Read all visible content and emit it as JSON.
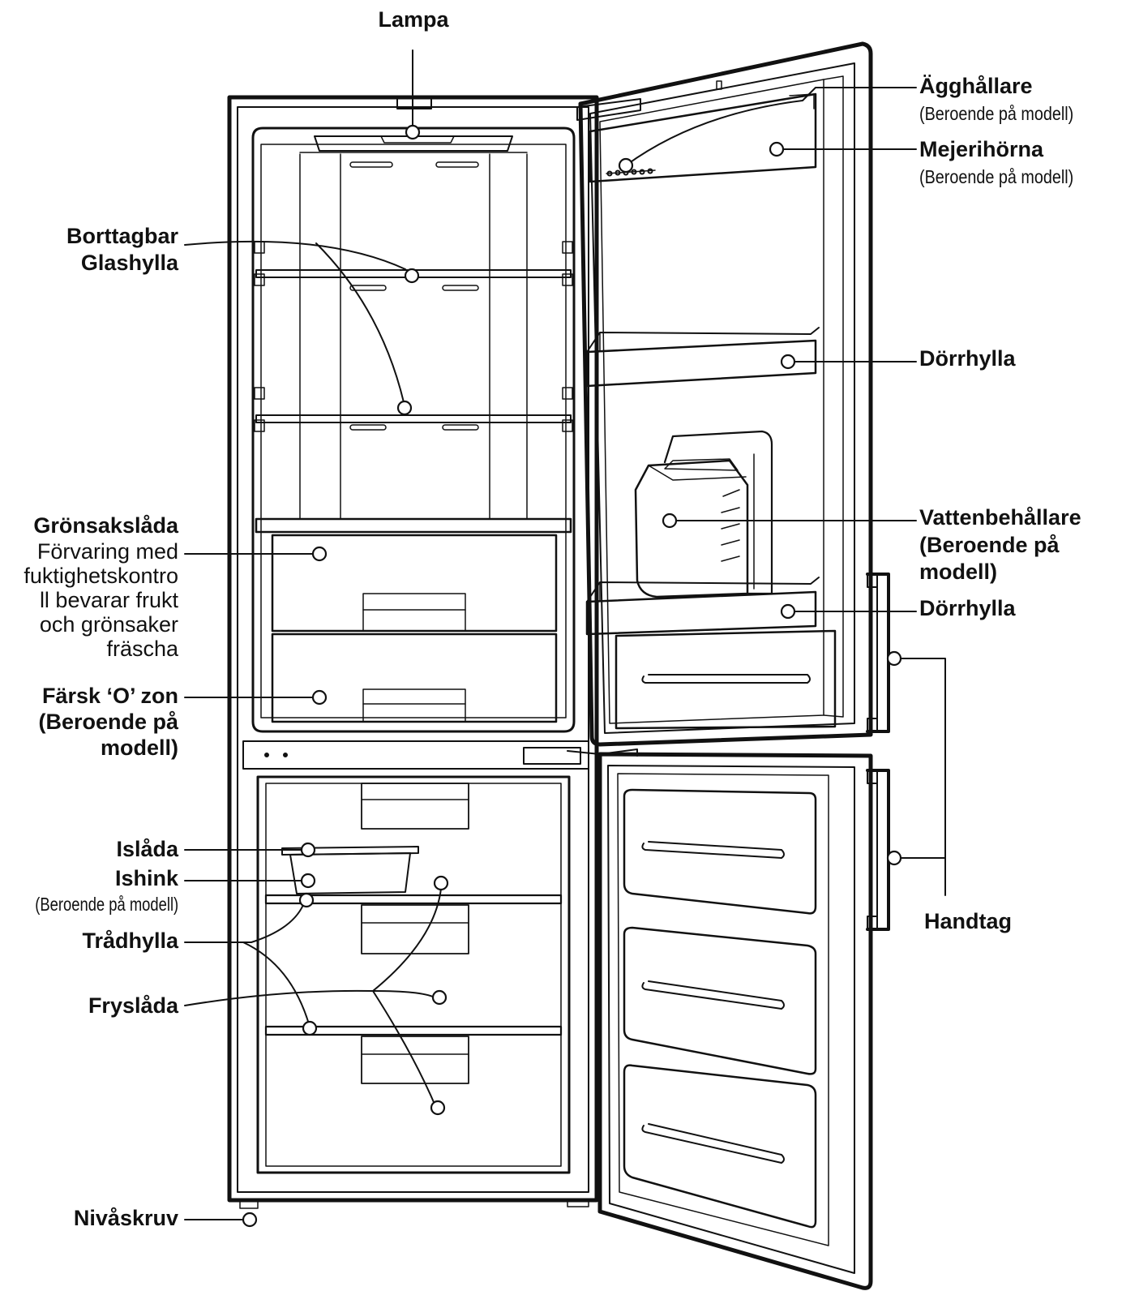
{
  "labels": {
    "lampa": "Lampa",
    "agghallare": "Ägghållare",
    "agghallare_note": "(Beroende på modell)",
    "mejerihorna": "Mejerihörna",
    "mejerihorna_note": "(Beroende på modell)",
    "borttagbar_1": "Borttagbar",
    "borttagbar_2": "Glashylla",
    "dorrhylla_1": "Dörrhylla",
    "gronsakslada": "Grönsakslåda",
    "gronsak_desc": [
      "Förvaring med",
      "fuktighetskontro",
      "ll bevarar frukt",
      "och grönsaker",
      "fräscha"
    ],
    "vatten": [
      "Vattenbehållare",
      "(Beroende på",
      "modell)"
    ],
    "dorrhylla_2": "Dörrhylla",
    "farsk": [
      "Färsk ‘O’ zon",
      "(Beroende på",
      "modell)"
    ],
    "islada": "Islåda",
    "ishink": "Ishink",
    "ishink_note": "(Beroende på modell)",
    "tradhylla": "Trådhylla",
    "handtag": "Handtag",
    "fryslada": "Fryslåda",
    "nivaskruv": "Nivåskruv"
  },
  "colors": {
    "line": "#111111",
    "background": "#ffffff"
  }
}
